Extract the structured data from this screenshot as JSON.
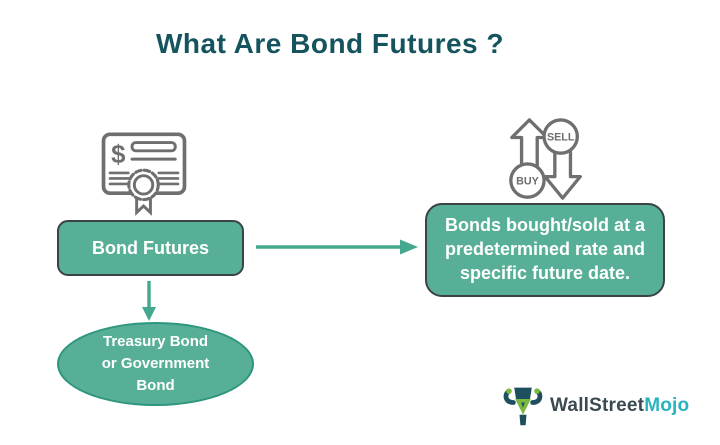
{
  "title": "What Are Bond Futures ?",
  "colors": {
    "title_text": "#15545e",
    "node_fill": "#57af97",
    "node_border": "#3a4444",
    "ellipse_border": "#2e967c",
    "arrow": "#44a88e",
    "icon_gray": "#6f6f6f",
    "logo_dark_text": "#3b4a52",
    "logo_teal_text": "#29b3c0"
  },
  "nodes": {
    "bond_futures": {
      "label": "Bond Futures"
    },
    "definition": {
      "lines": [
        "Bonds bought/sold at a",
        "predetermined rate and",
        "specific future date."
      ]
    },
    "bond_types": {
      "lines": [
        "Treasury Bond",
        "or Government",
        "Bond"
      ]
    }
  },
  "icons": {
    "certificate": "bond-certificate-icon",
    "certificate_dollar": "$",
    "buy_label": "BUY",
    "sell_label": "SELL"
  },
  "logo": {
    "part1": "WallStreet",
    "part2": "Mojo"
  }
}
